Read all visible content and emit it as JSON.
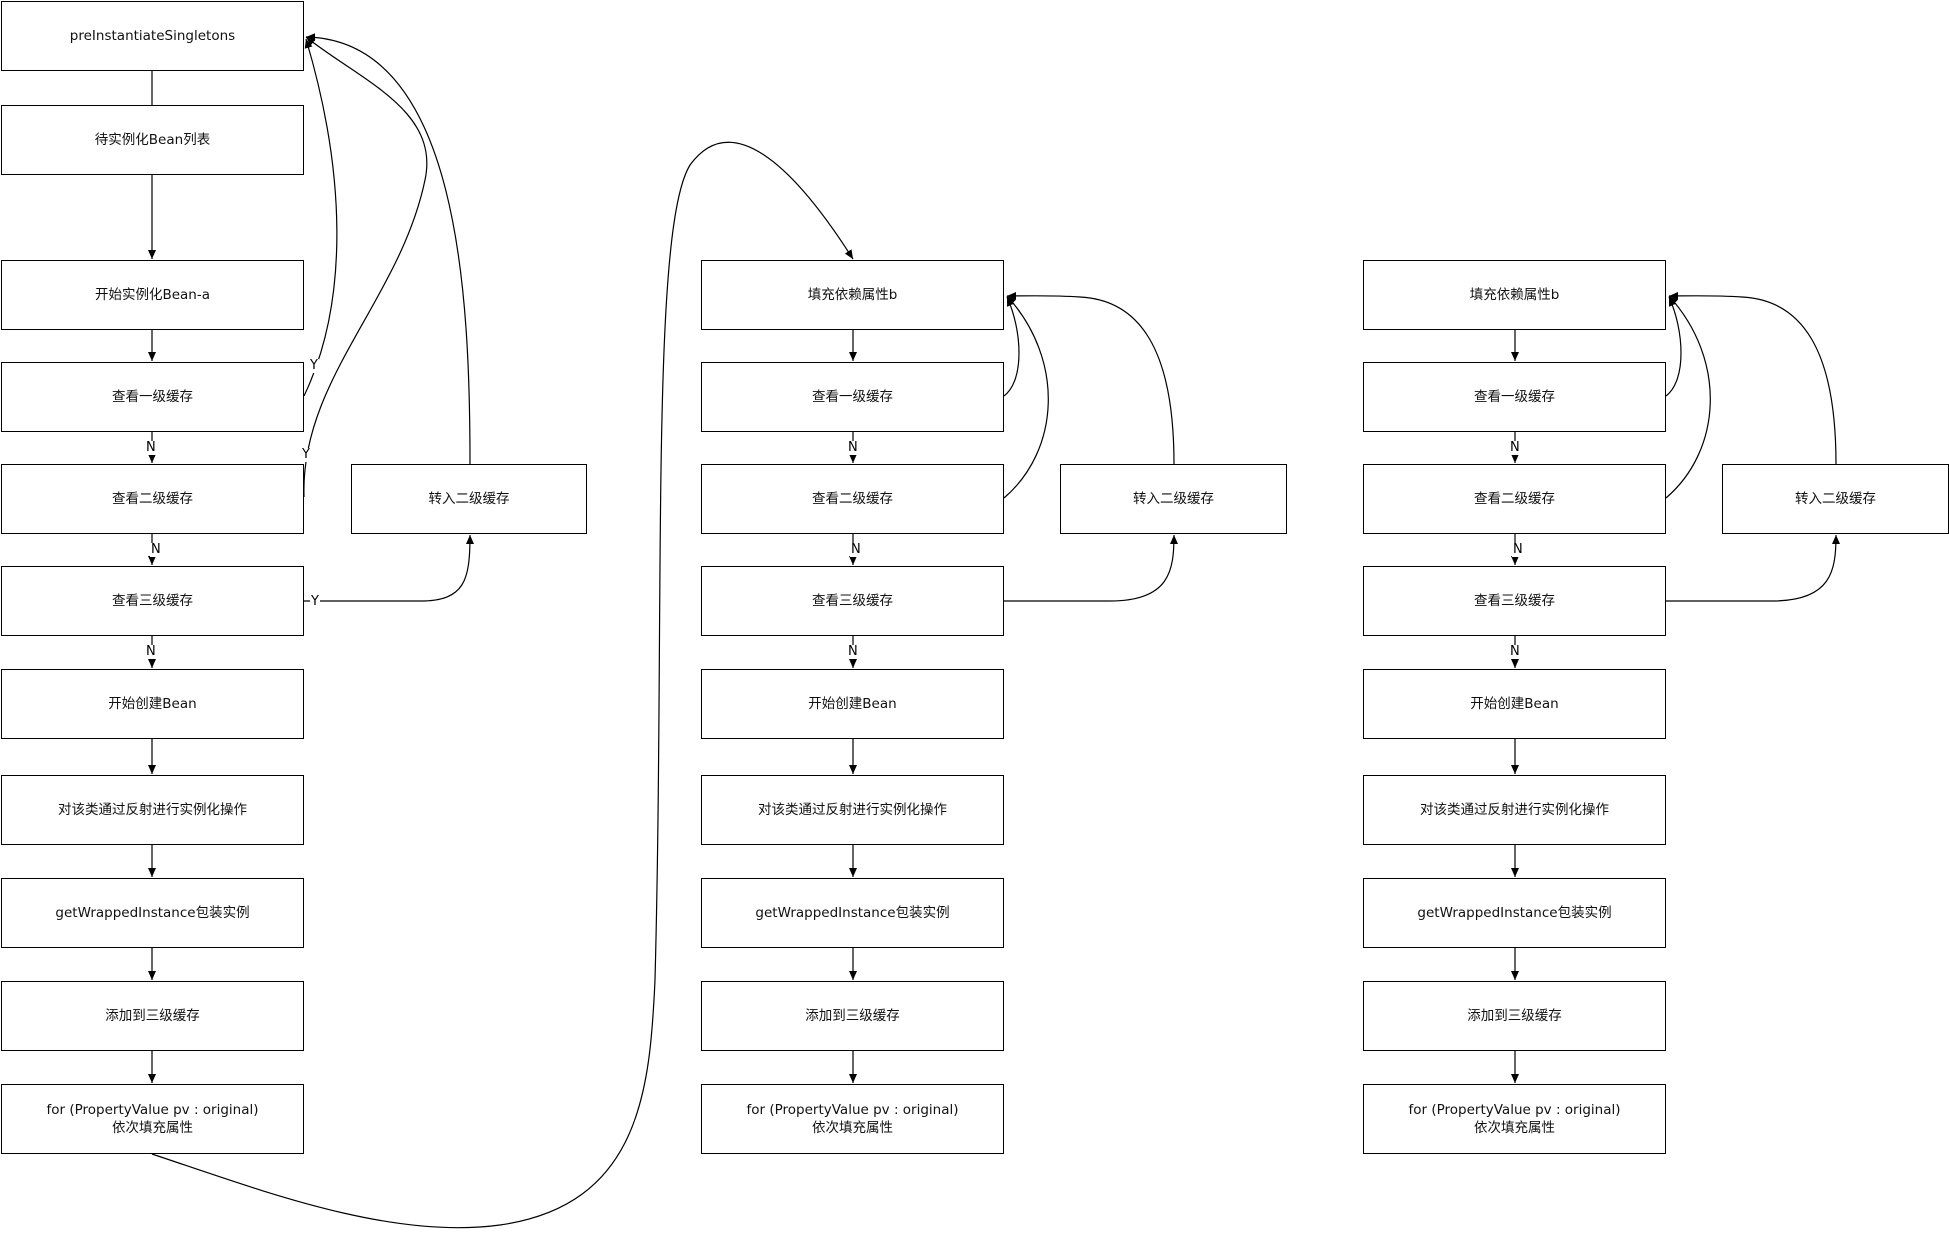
{
  "diagram": {
    "left": {
      "start": "preInstantiateSingletons",
      "list": "待实例化Bean列表",
      "begin": "开始实例化Bean-a",
      "l1": "查看一级缓存",
      "l2": "查看二级缓存",
      "l3": "查看三级缓存",
      "create": "开始创建Bean",
      "reflect": "对该类通过反射进行实例化操作",
      "wrap": "getWrappedInstance包装实例",
      "add3": "添加到三级缓存",
      "loop_line1": "for (PropertyValue pv : original)",
      "loop_line2": "依次填充属性",
      "to2": "转入二级缓存"
    },
    "middle": {
      "fill": "填充依赖属性b",
      "l1": "查看一级缓存",
      "l2": "查看二级缓存",
      "l3": "查看三级缓存",
      "create": "开始创建Bean",
      "reflect": "对该类通过反射进行实例化操作",
      "wrap": "getWrappedInstance包装实例",
      "add3": "添加到三级缓存",
      "loop_line1": "for (PropertyValue pv : original)",
      "loop_line2": "依次填充属性",
      "to2": "转入二级缓存"
    },
    "right": {
      "fill": "填充依赖属性b",
      "l1": "查看一级缓存",
      "l2": "查看二级缓存",
      "l3": "查看三级缓存",
      "create": "开始创建Bean",
      "reflect": "对该类通过反射进行实例化操作",
      "wrap": "getWrappedInstance包装实例",
      "add3": "添加到三级缓存",
      "loop_line1": "for (PropertyValue pv : original)",
      "loop_line2": "依次填充属性",
      "to2": "转入二级缓存"
    },
    "labels": {
      "yes": "Y",
      "no": "N"
    },
    "colors": {
      "line": "#000000",
      "box_border": "#000000",
      "background": "#ffffff"
    }
  }
}
